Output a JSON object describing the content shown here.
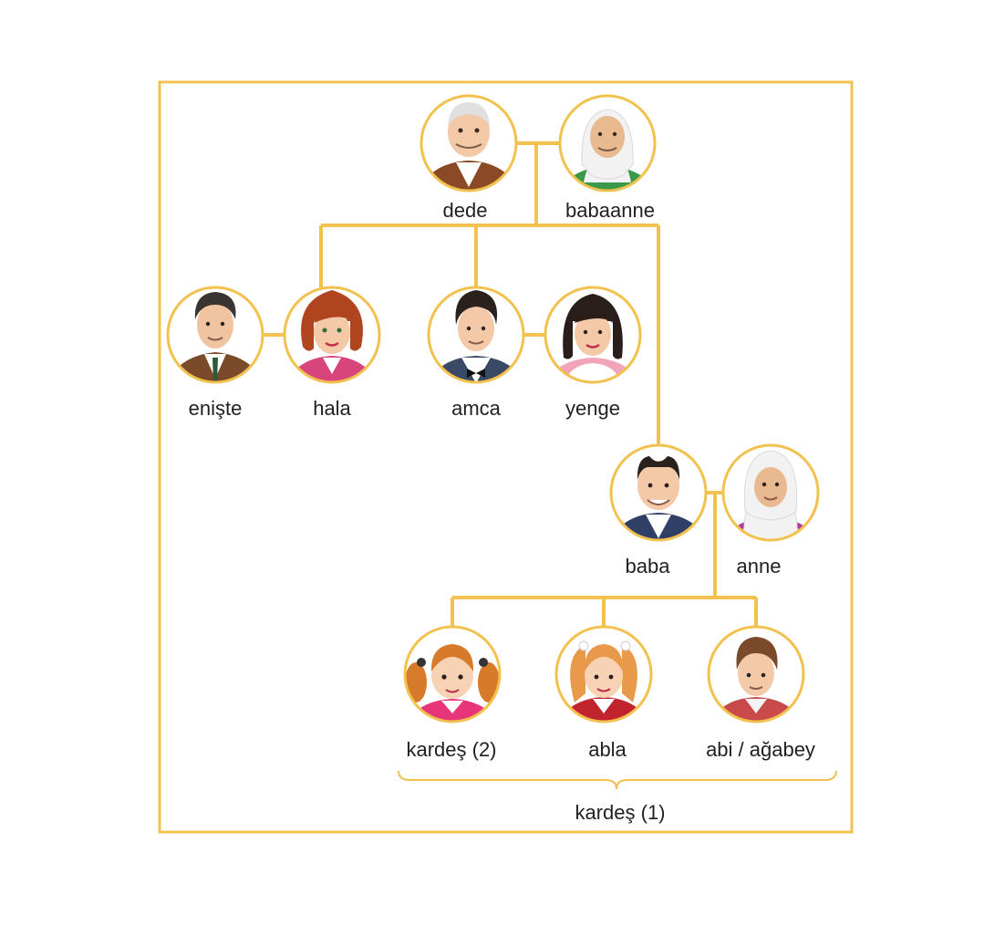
{
  "colors": {
    "frame": "#f2c14e",
    "line": "#f2c14e",
    "circle_border": "#f2c14e",
    "label": "#231f20"
  },
  "people": {
    "dede": {
      "label": "dede",
      "icon": "grandfather-portrait"
    },
    "babaanne": {
      "label": "babaanne",
      "icon": "grandmother-portrait"
    },
    "eniste": {
      "label": "enişte",
      "icon": "uncle-in-law-portrait"
    },
    "hala": {
      "label": "hala",
      "icon": "aunt-paternal-portrait"
    },
    "amca": {
      "label": "amca",
      "icon": "uncle-paternal-portrait"
    },
    "yenge": {
      "label": "yenge",
      "icon": "aunt-in-law-portrait"
    },
    "baba": {
      "label": "baba",
      "icon": "father-portrait"
    },
    "anne": {
      "label": "anne",
      "icon": "mother-portrait"
    },
    "kardes2": {
      "label": "kardeş (2)",
      "icon": "younger-sister-portrait"
    },
    "abla": {
      "label": "abla",
      "icon": "older-sister-portrait"
    },
    "abi": {
      "label": "abi / ağabey",
      "icon": "older-brother-portrait"
    }
  },
  "siblings_brace_label": "kardeş (1)"
}
